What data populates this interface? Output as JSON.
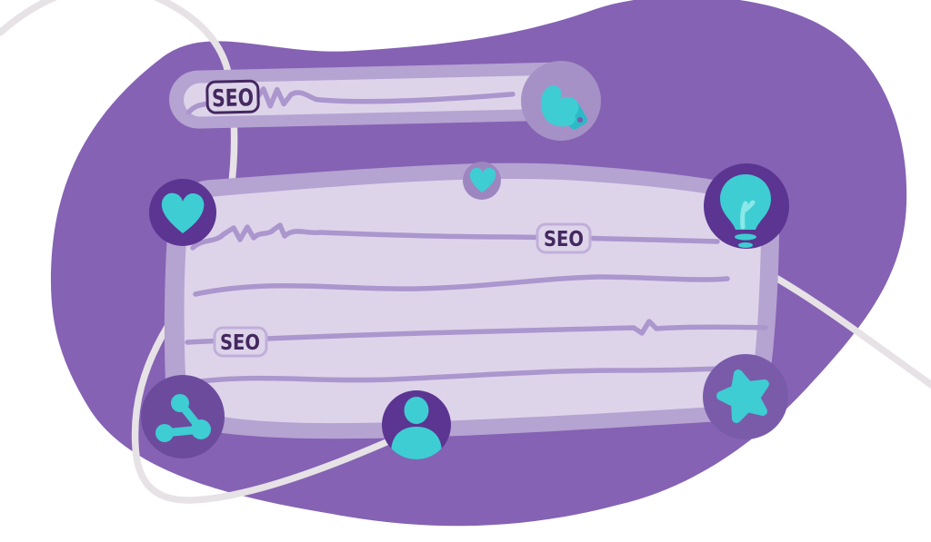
{
  "illustration": {
    "type": "seo-concept-illustration",
    "search_bar": {
      "label": "SEO",
      "content": "scribbled query line"
    },
    "card": {
      "label_top_right": "SEO",
      "label_left": "SEO",
      "text_lines": 4
    },
    "icons": [
      "thumbs-up-icon",
      "heart-icon",
      "small-heart-icon",
      "lightbulb-icon",
      "star-icon",
      "share-icon",
      "user-avatar-icon"
    ]
  },
  "palette": {
    "blob": "#8562b4",
    "string": "#e6e2e6",
    "cardBorder": "#b5a3d2",
    "cardFill": "#ddd4ea",
    "line": "#ab96cd",
    "badgeBorderLight": "#c0afd9",
    "ink": "#44285f",
    "circleDark": "#5b3591",
    "circleShare": "#6c4b9d",
    "circleStar": "#7a5baa",
    "circleThumb": "#a591c6",
    "circleSmallHeart": "#9d86c0",
    "teal": "#3ecdd3",
    "tealDark": "#2cbac7",
    "tealLight": "#8ae8e8"
  }
}
